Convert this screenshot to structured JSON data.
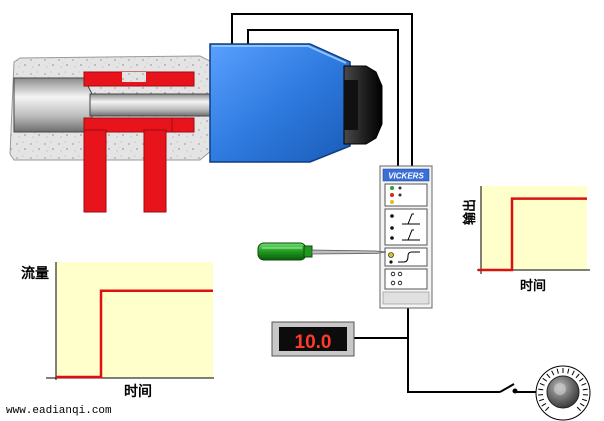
{
  "amplifier": {
    "brand": "VICKERS"
  },
  "display": {
    "value": "10.0"
  },
  "input_graph": {
    "ylabel": "输出",
    "xlabel": "时间",
    "step_level": 0.85
  },
  "flow_graph": {
    "ylabel": "流量",
    "xlabel": "时间",
    "step_level": 0.75
  },
  "watermark": {
    "text": "www.eadianqi.com"
  },
  "colors": {
    "valve_body": "#2f7be0",
    "spool": "#e8141c",
    "graph_bg": "#ffffcc",
    "signal": "#dd1111",
    "screwdriver": "#1f9a1f"
  }
}
